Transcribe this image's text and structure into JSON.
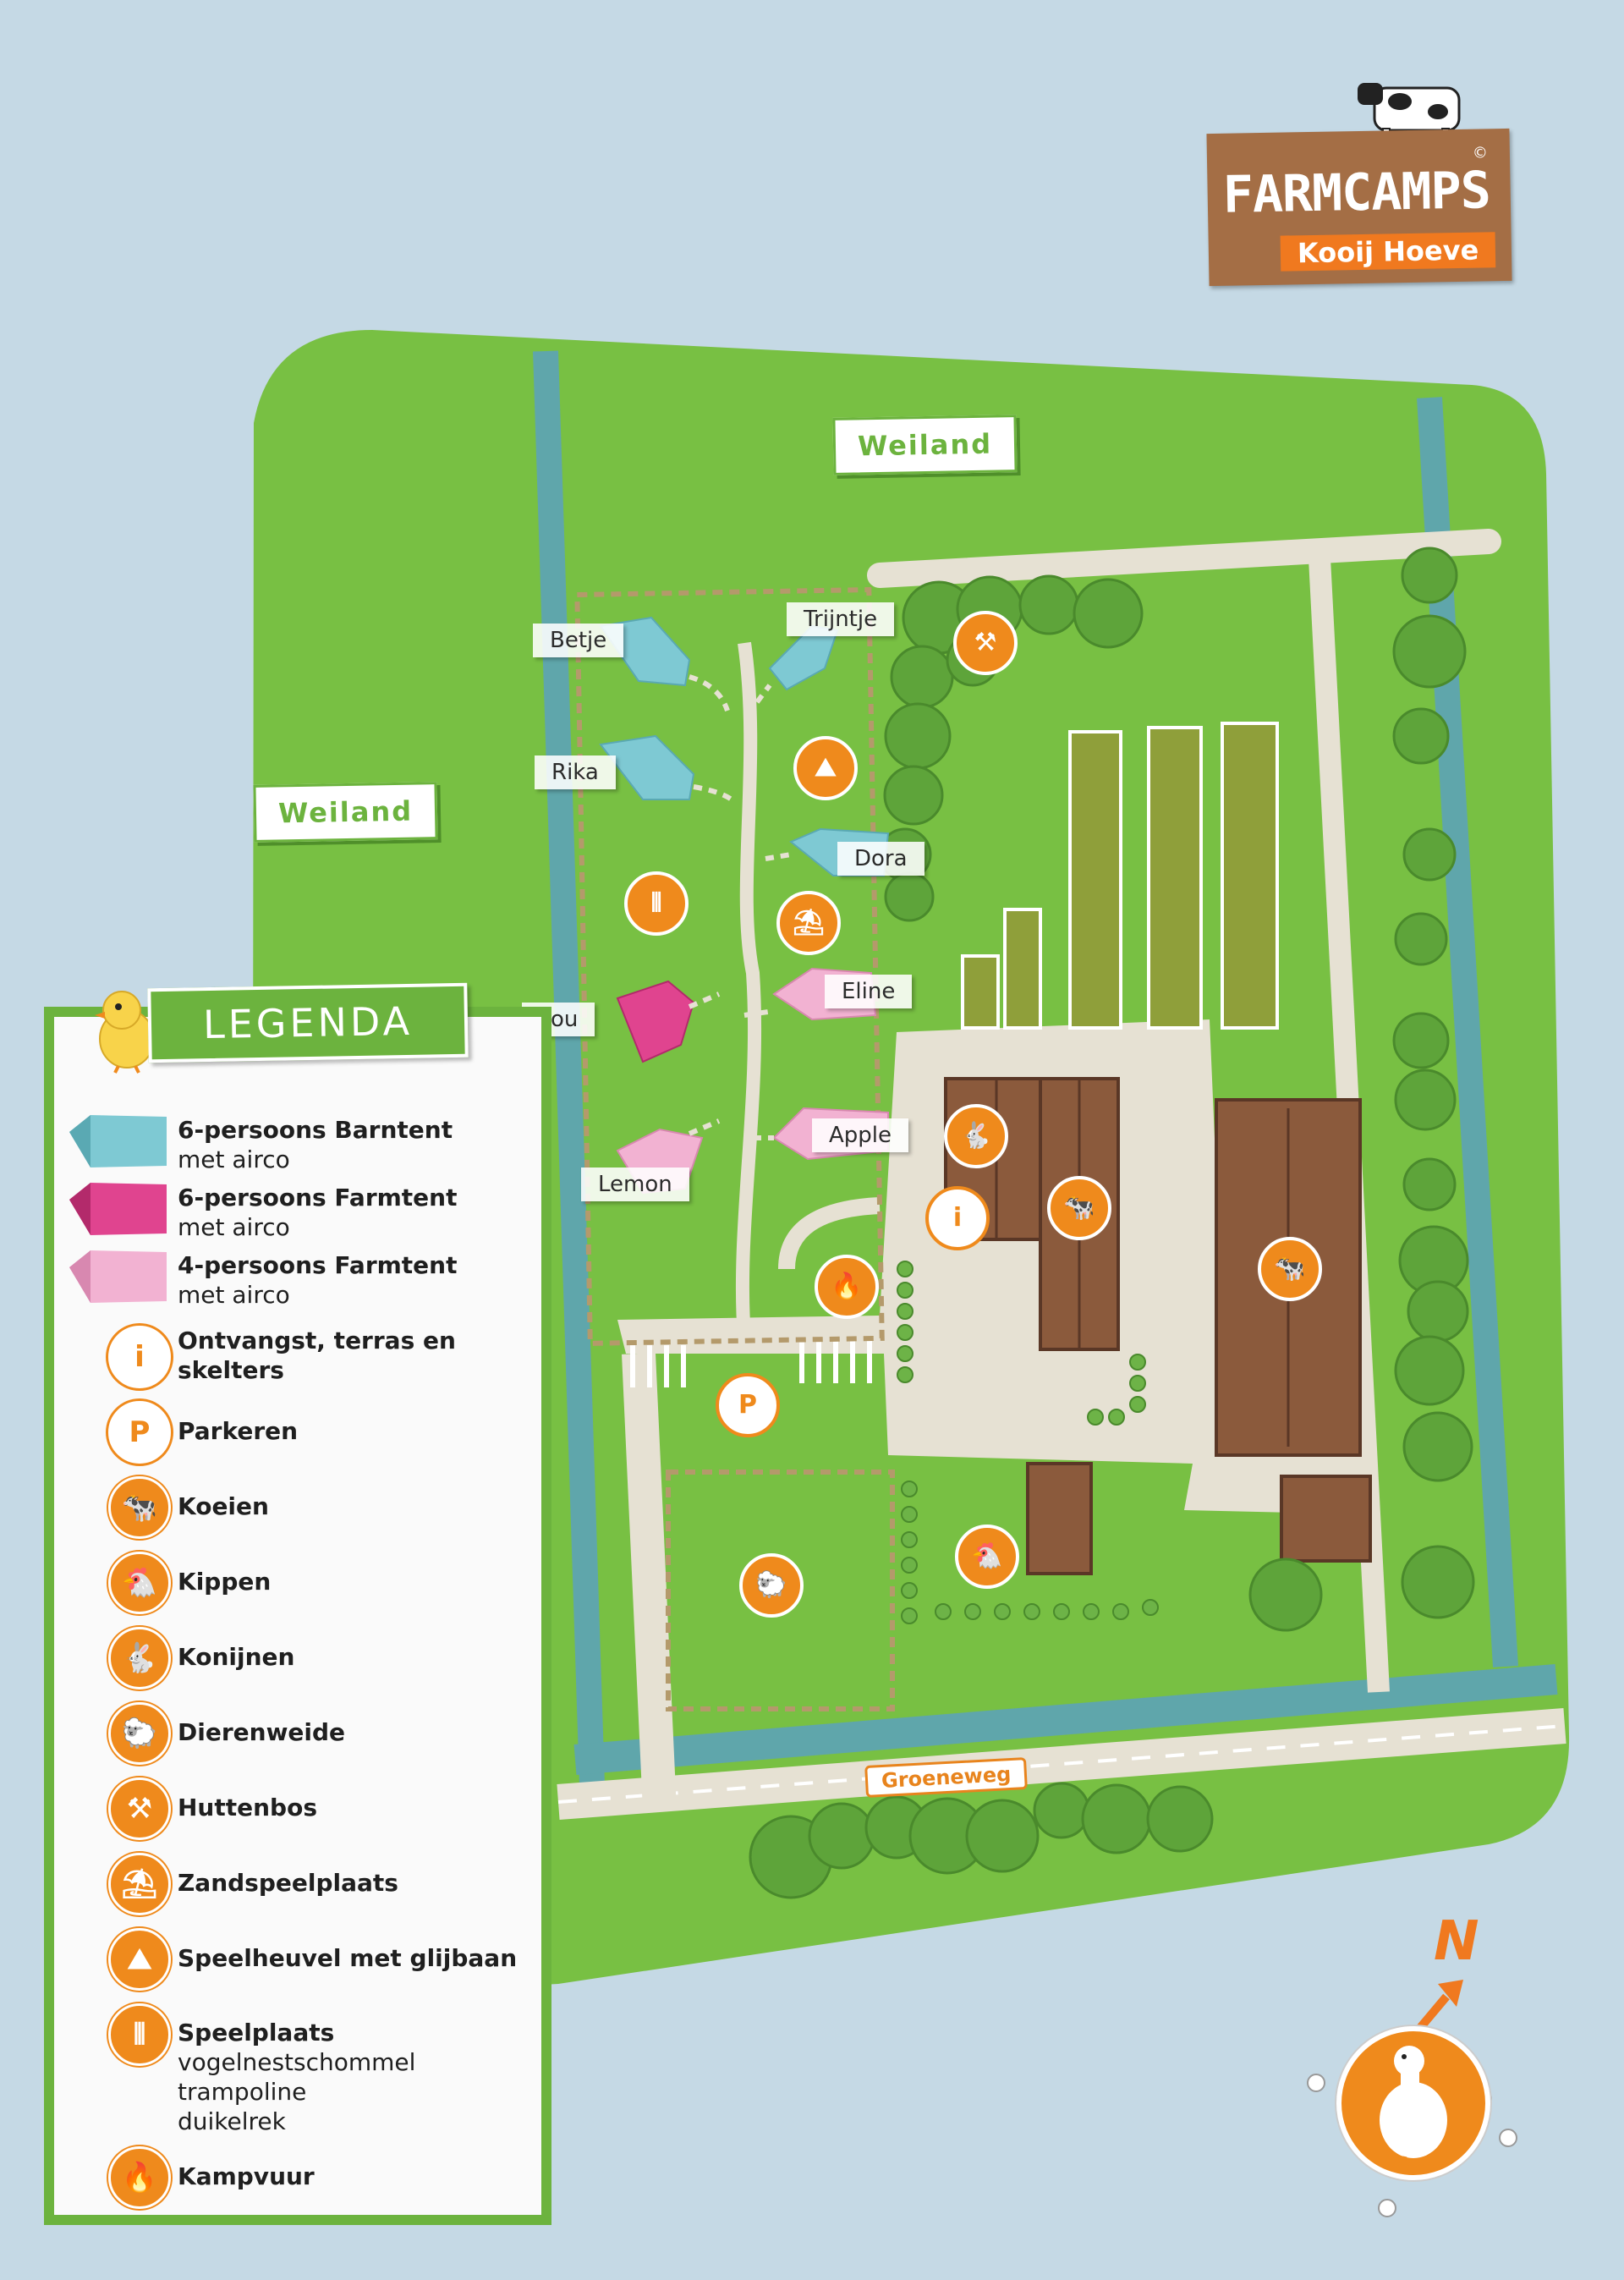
{
  "logo": {
    "brand": "FARMCAMPS",
    "copyright": "©",
    "subtitle": "Kooij Hoeve"
  },
  "areas": {
    "weiland_top": "Weiland",
    "weiland_left": "Weiland"
  },
  "road": {
    "name": "Groeneweg"
  },
  "tents": [
    {
      "name": "Betje",
      "type": "barntent"
    },
    {
      "name": "Trijntje",
      "type": "barntent"
    },
    {
      "name": "Rika",
      "type": "barntent"
    },
    {
      "name": "Dora",
      "type": "barntent"
    },
    {
      "name": "Lou",
      "type": "farmtent-6"
    },
    {
      "name": "Eline",
      "type": "farmtent-4"
    },
    {
      "name": "Apple",
      "type": "farmtent-4"
    },
    {
      "name": "Lemon",
      "type": "farmtent-4"
    }
  ],
  "legend": {
    "title": "LEGENDA",
    "items": [
      {
        "label": "6-persoons Barntent",
        "sub": "met airco",
        "icon": "barntent-icon",
        "color": "#7ec9d3"
      },
      {
        "label": "6-persoons Farmtent",
        "sub": "met airco",
        "icon": "farmtent-6-icon",
        "color": "#e0448f"
      },
      {
        "label": "4-persoons Farmtent",
        "sub": "met airco",
        "icon": "farmtent-4-icon",
        "color": "#f2b2d2"
      },
      {
        "label": "Ontvangst, terras en",
        "sub": "skelters",
        "icon": "info-icon",
        "glyph": "i"
      },
      {
        "label": "Parkeren",
        "icon": "parking-icon",
        "glyph": "P"
      },
      {
        "label": "Koeien",
        "icon": "cow-icon",
        "glyph": "🐄"
      },
      {
        "label": "Kippen",
        "icon": "chicken-icon",
        "glyph": "🐔"
      },
      {
        "label": "Konijnen",
        "icon": "rabbit-icon",
        "glyph": "🐇"
      },
      {
        "label": "Dierenweide",
        "icon": "sheep-icon",
        "glyph": "🐑"
      },
      {
        "label": "Huttenbos",
        "icon": "hammer-icon",
        "glyph": "⚒"
      },
      {
        "label": "Zandspeelplaats",
        "icon": "sandbox-icon",
        "glyph": "⛱"
      },
      {
        "label": "Speelheuvel met glijbaan",
        "icon": "slide-icon",
        "glyph": "⛰"
      },
      {
        "label": "Speelplaats",
        "sub": "vogelnestschommel",
        "sub2": "trampoline",
        "sub3": "duikelrek",
        "icon": "swing-icon",
        "glyph": "⫴"
      },
      {
        "label": "Kampvuur",
        "icon": "campfire-icon",
        "glyph": "🔥"
      }
    ]
  },
  "compass": {
    "label": "N"
  },
  "colors": {
    "grass": "#78c043",
    "water": "#5fa6ab",
    "path": "#e6e1d3",
    "orange": "#ef8a1c",
    "building": "#8b5a3c",
    "tree": "#5ea43a"
  }
}
